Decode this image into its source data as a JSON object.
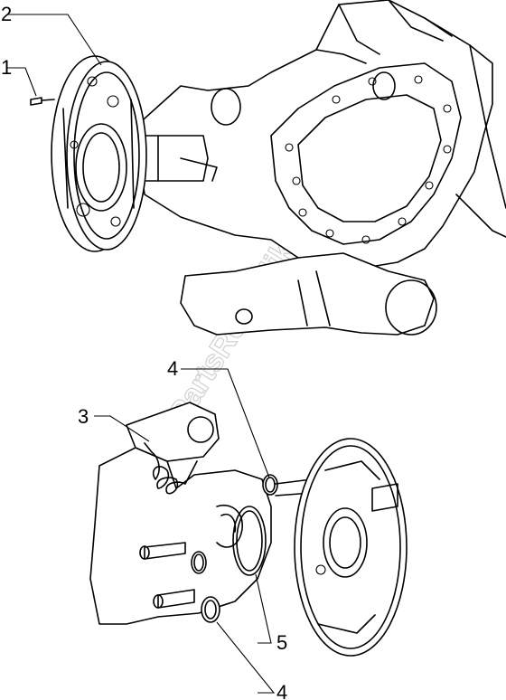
{
  "callouts": {
    "c1": "1",
    "c2": "2",
    "c3": "3",
    "c4_top": "4",
    "c4_bottom": "4",
    "c5": "5"
  },
  "watermark": "PartsRepublik"
}
